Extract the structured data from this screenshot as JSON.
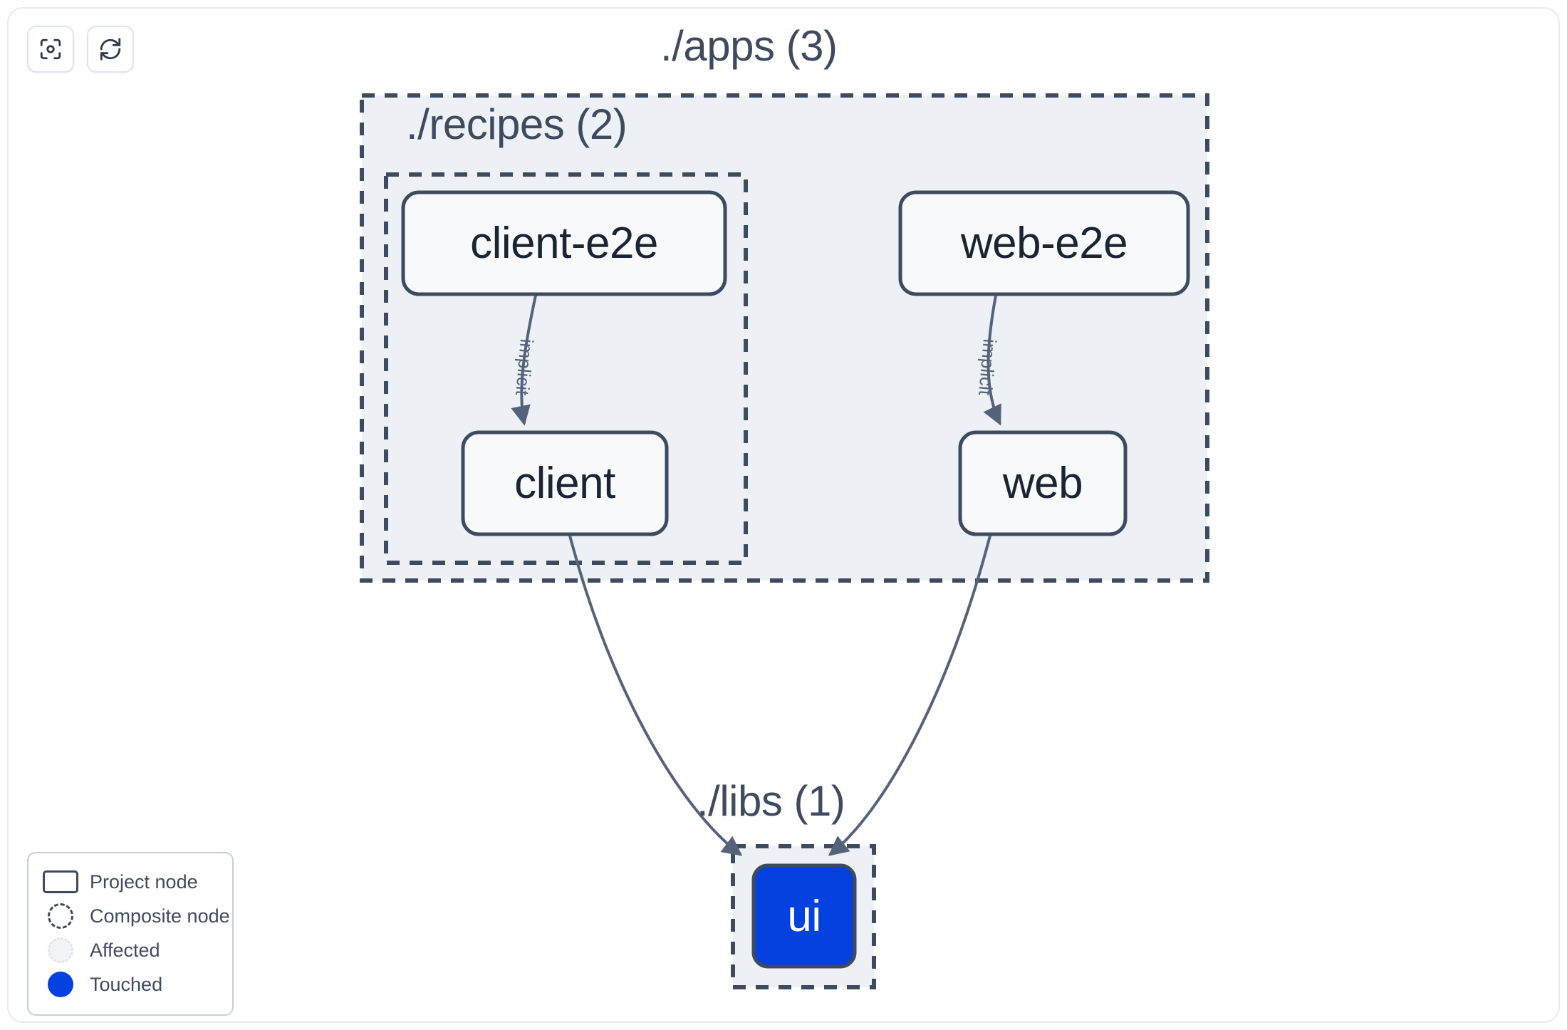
{
  "toolbar": {
    "buttons": [
      {
        "name": "focus-graph-button",
        "icon": "focus-target-icon",
        "label": ""
      },
      {
        "name": "refresh-graph-button",
        "icon": "refresh-sync-icon",
        "label": ""
      }
    ]
  },
  "graph": {
    "containers": [
      {
        "id": "apps",
        "label": "./apps (3)",
        "count": 3
      },
      {
        "id": "recipes",
        "label": "./recipes (2)",
        "count": 2
      },
      {
        "id": "libs",
        "label": "./libs (1)",
        "count": 1
      }
    ],
    "nodes": [
      {
        "id": "client-e2e",
        "label": "client-e2e",
        "state": "normal"
      },
      {
        "id": "web-e2e",
        "label": "web-e2e",
        "state": "normal"
      },
      {
        "id": "client",
        "label": "client",
        "state": "normal"
      },
      {
        "id": "web",
        "label": "web",
        "state": "normal"
      },
      {
        "id": "ui",
        "label": "ui",
        "state": "touched"
      }
    ],
    "edges": [
      {
        "from": "client-e2e",
        "to": "client",
        "label": "implicit"
      },
      {
        "from": "web-e2e",
        "to": "web",
        "label": "implicit"
      },
      {
        "from": "client",
        "to": "ui",
        "label": ""
      },
      {
        "from": "web",
        "to": "ui",
        "label": ""
      }
    ]
  },
  "legend": {
    "items": [
      {
        "glyph": "project-node-glyph",
        "label": "Project node"
      },
      {
        "glyph": "composite-node-glyph",
        "label": "Composite node"
      },
      {
        "glyph": "affected-glyph",
        "label": "Affected"
      },
      {
        "glyph": "touched-glyph",
        "label": "Touched"
      }
    ]
  },
  "colors": {
    "touched": "#0540e0",
    "node_fill": "#f8f9fb",
    "node_border": "#3e4b5e",
    "container_fill": "#edf0f5",
    "container_border": "#3e4b5e",
    "text": "#1b2431",
    "edge": "#55637a"
  }
}
